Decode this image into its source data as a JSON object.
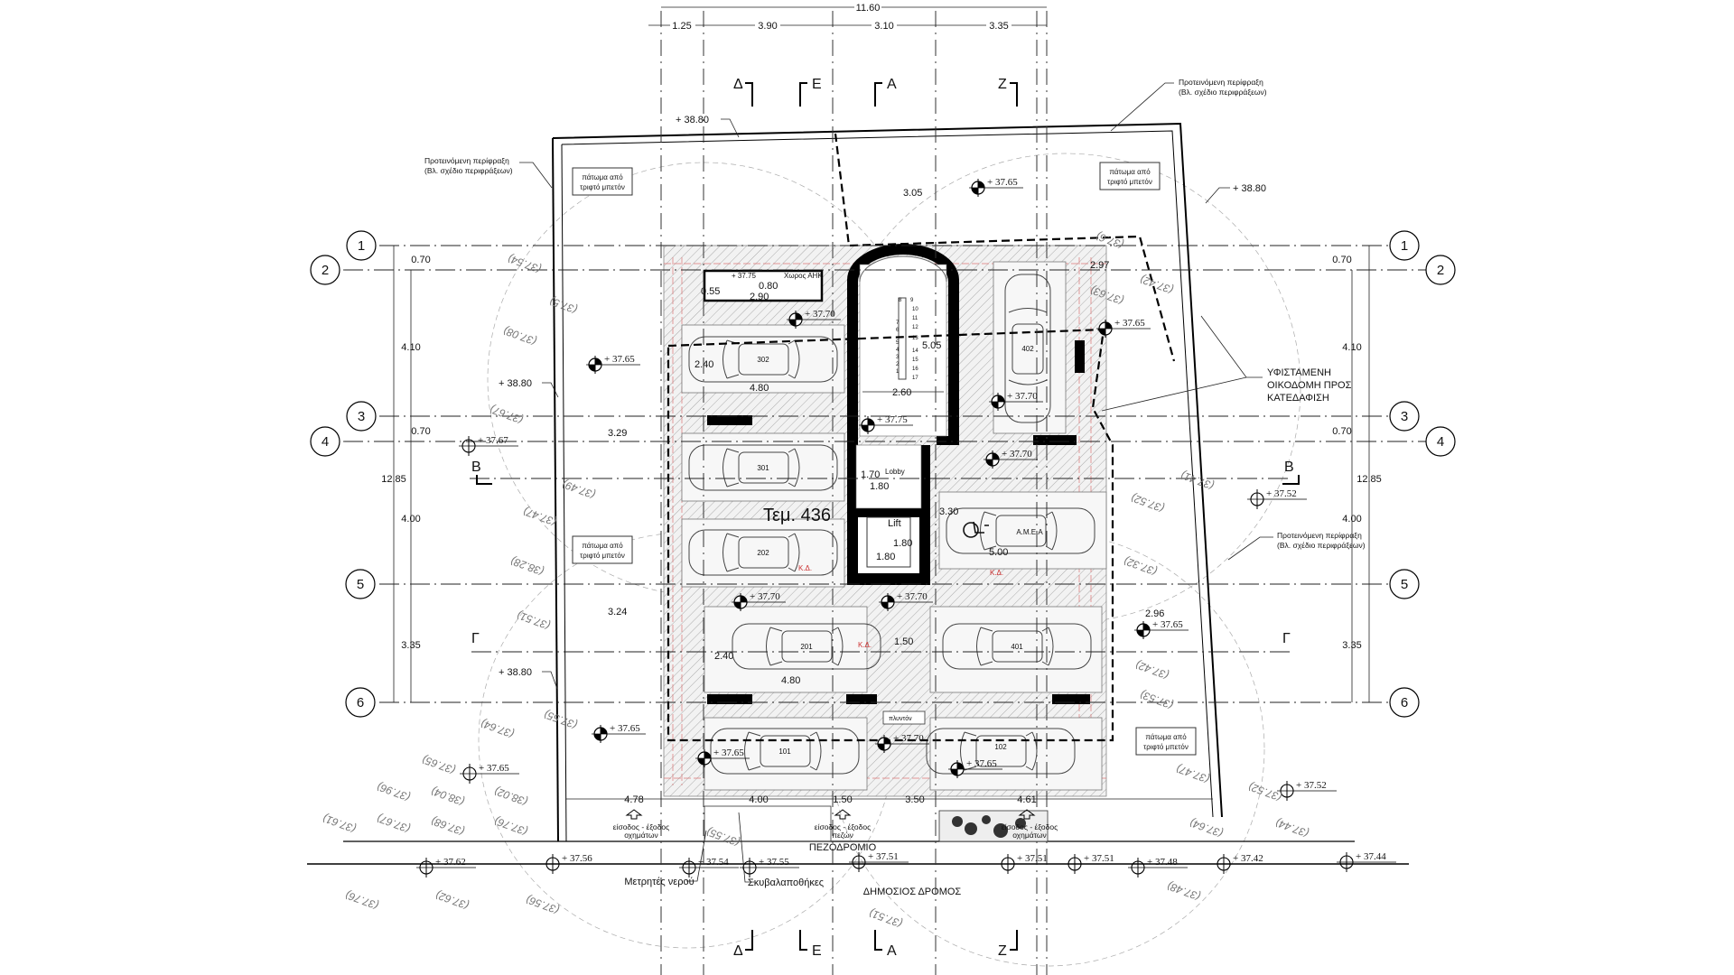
{
  "drawing": {
    "overall_dim": "11.60",
    "top_dims": [
      "1.25",
      "3.90",
      "3.10",
      "3.35"
    ],
    "sections": {
      "delta": "Δ",
      "epsilon": "Ε",
      "alpha": "Α",
      "zeta": "Ζ",
      "beta": "Β",
      "gamma": "Γ"
    },
    "grid_axes": [
      "1",
      "2",
      "3",
      "4",
      "5",
      "6"
    ],
    "side_dims": [
      "0.70",
      "4.10",
      "0.70",
      "4.00",
      "3.35"
    ],
    "side_total": "12.85",
    "fence_note": [
      "Προτεινόμενη περίφραξη",
      "(Βλ. σχέδιο περιφράξεων)"
    ],
    "boundary_level": "+ 38.80",
    "floor_note": [
      "πάτωμα από",
      "τριφτό μπετόν"
    ],
    "demolition_note": [
      "ΥΦΙΣΤΑΜΕΝΗ",
      "ΟΙΚΟΔΟΜΗ ΠΡΟΣ",
      "ΚΑΤΕΔΑΦΙΣΗ"
    ],
    "plot_label": "Τεμ. 436",
    "core": {
      "lobby": "Lobby",
      "lift": "Lift",
      "stair_width": "2.60",
      "stair_length": "5.05",
      "lobby_w": "1.70",
      "lobby_d": "1.80",
      "lift_w": "1.80",
      "lift_d": "1.80",
      "stair_numbers": [
        "1",
        "2",
        "3",
        "4",
        "5",
        "6",
        "7",
        "8",
        "9",
        "10",
        "11",
        "12",
        "13",
        "14",
        "15",
        "16",
        "17"
      ]
    },
    "ahk_room": {
      "label": "Χωρος ΑΗΚ",
      "level": "+ 37.75",
      "dims": [
        "0.55",
        "0.80",
        "2.90"
      ]
    },
    "interior_dims": [
      "3.05",
      "2.97",
      "3.29",
      "3.24",
      "2.96",
      "2.40",
      "4.80",
      "2.40",
      "4.80",
      "1.50",
      "5.00",
      "3.30"
    ],
    "parking": [
      "302",
      "301",
      "202",
      "201",
      "101",
      "402",
      "401",
      "102"
    ],
    "accessible_spot": "A.M.E.A",
    "kd_label": "Κ.Δ.",
    "wash_label": "πλυντόν",
    "bottom_dims": [
      "4.78",
      "4.00",
      "1.50",
      "3.50",
      "4.61"
    ],
    "vehicle_entry": [
      "είσοδος - έξοδος",
      "οχημάτων"
    ],
    "pedestrian_entry": [
      "είσοδος - έξοδος",
      "πεζών"
    ],
    "sidewalk": "ΠΕΖΟΔΡΟΜΙΟ",
    "public_road": "ΔΗΜΟΣΙΟΣ ΔΡΟΜΟΣ",
    "water_meters": "Μετρητές νερού",
    "bin_stores": "Σκυβαλαποθήκες",
    "spot_levels": [
      "+ 37.65",
      "+ 37.65",
      "+ 37.65",
      "+ 37.70",
      "+ 37.70",
      "+ 37.70",
      "+ 37.75",
      "+ 37.70",
      "+ 37.70",
      "+ 37.65",
      "+ 37.65",
      "+ 37.65",
      "+ 37.70",
      "+ 37.65"
    ],
    "road_levels": [
      "+ 37.67",
      "+ 37.52",
      "+ 37.65",
      "+ 37.52",
      "+ 37.62",
      "+ 37.56",
      "+ 37.54",
      "+ 37.55",
      "+ 37.51",
      "+ 37.51",
      "+ 37.51",
      "+ 37.48",
      "+ 37.42",
      "+ 37.44"
    ],
    "existing_levels": [
      "(37.54)",
      "(37.5)",
      "(37.08)",
      "(37.67)",
      "(37.47)",
      "(37.49)",
      "(38.28)",
      "(37.51)",
      "(37.55)",
      "(37.64)",
      "(37.65)",
      "(37.96)",
      "(38.04)",
      "(38.02)",
      "(37.61)",
      "(37.67)",
      "(37.68)",
      "(37.76)",
      "(37.76)",
      "(37.62)",
      "(37.56)",
      "(37.6)",
      "(37.63)",
      "(37.42)",
      "(37.41)",
      "(37.52)",
      "(37.32)",
      "(37.42)",
      "(37.53)",
      "(37.47)",
      "(37.52)",
      "(37.64)",
      "(37.48)",
      "(37.44)",
      "(37.51)",
      "(37.55)"
    ]
  }
}
